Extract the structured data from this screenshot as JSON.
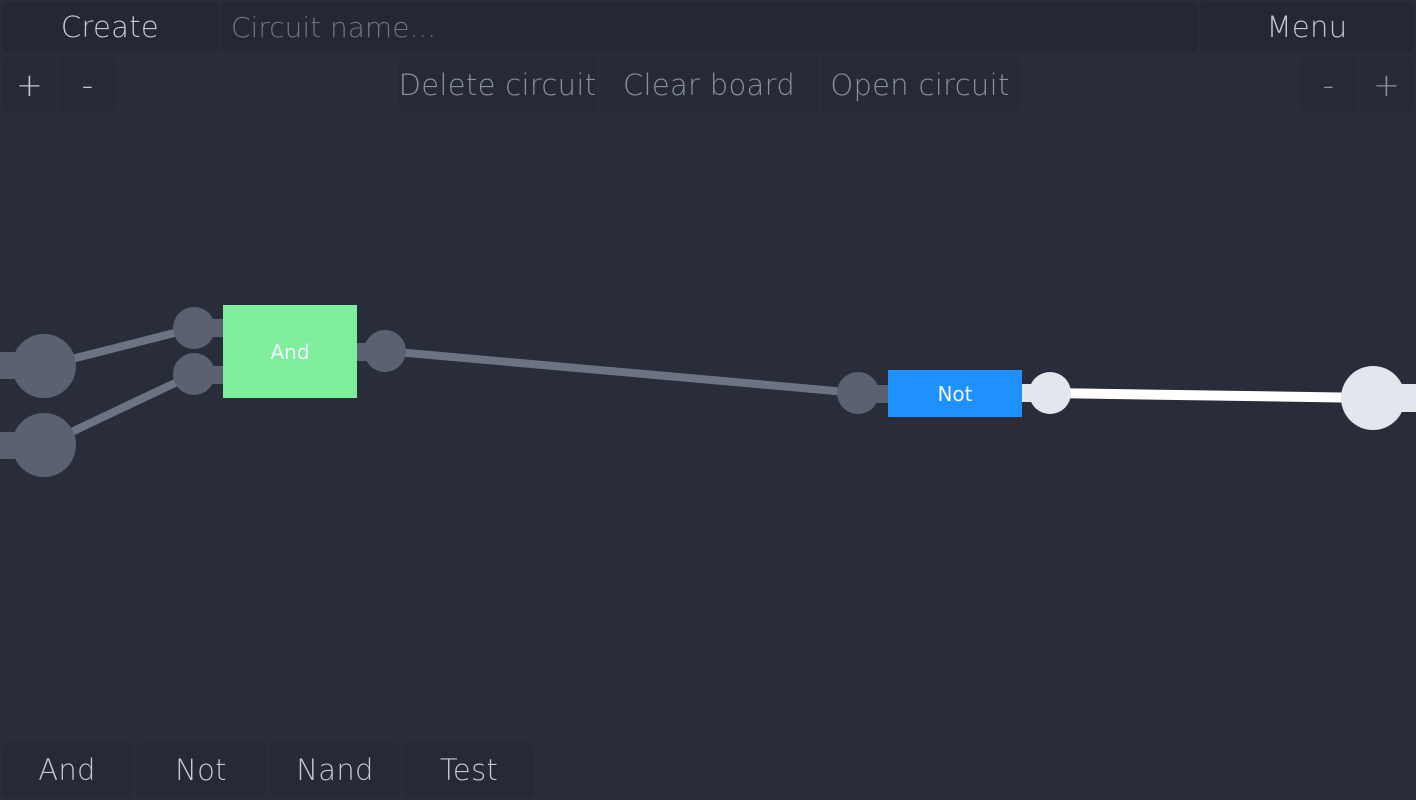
{
  "header": {
    "create_label": "Create",
    "circuit_name_placeholder": "Circuit name...",
    "menu_label": "Menu"
  },
  "toolbar": {
    "zoom_in_left": "+",
    "zoom_out_left": "-",
    "delete_circuit_label": "Delete circuit",
    "clear_board_label": "Clear board",
    "open_circuit_label": "Open circuit",
    "zoom_out_right": "-",
    "zoom_in_right": "+"
  },
  "board": {
    "chips": [
      {
        "name": "and-chip",
        "label": "And",
        "color": "#7eee9c"
      },
      {
        "name": "not-chip",
        "label": "Not",
        "color": "#1e90ff"
      }
    ],
    "colors": {
      "wire_off": "#6c7483",
      "wire_on": "#ffffff",
      "pin_off": "#5a6272",
      "pin_on": "#e3e6ec"
    }
  },
  "palette": {
    "items": [
      "And",
      "Not",
      "Nand",
      "Test"
    ]
  }
}
